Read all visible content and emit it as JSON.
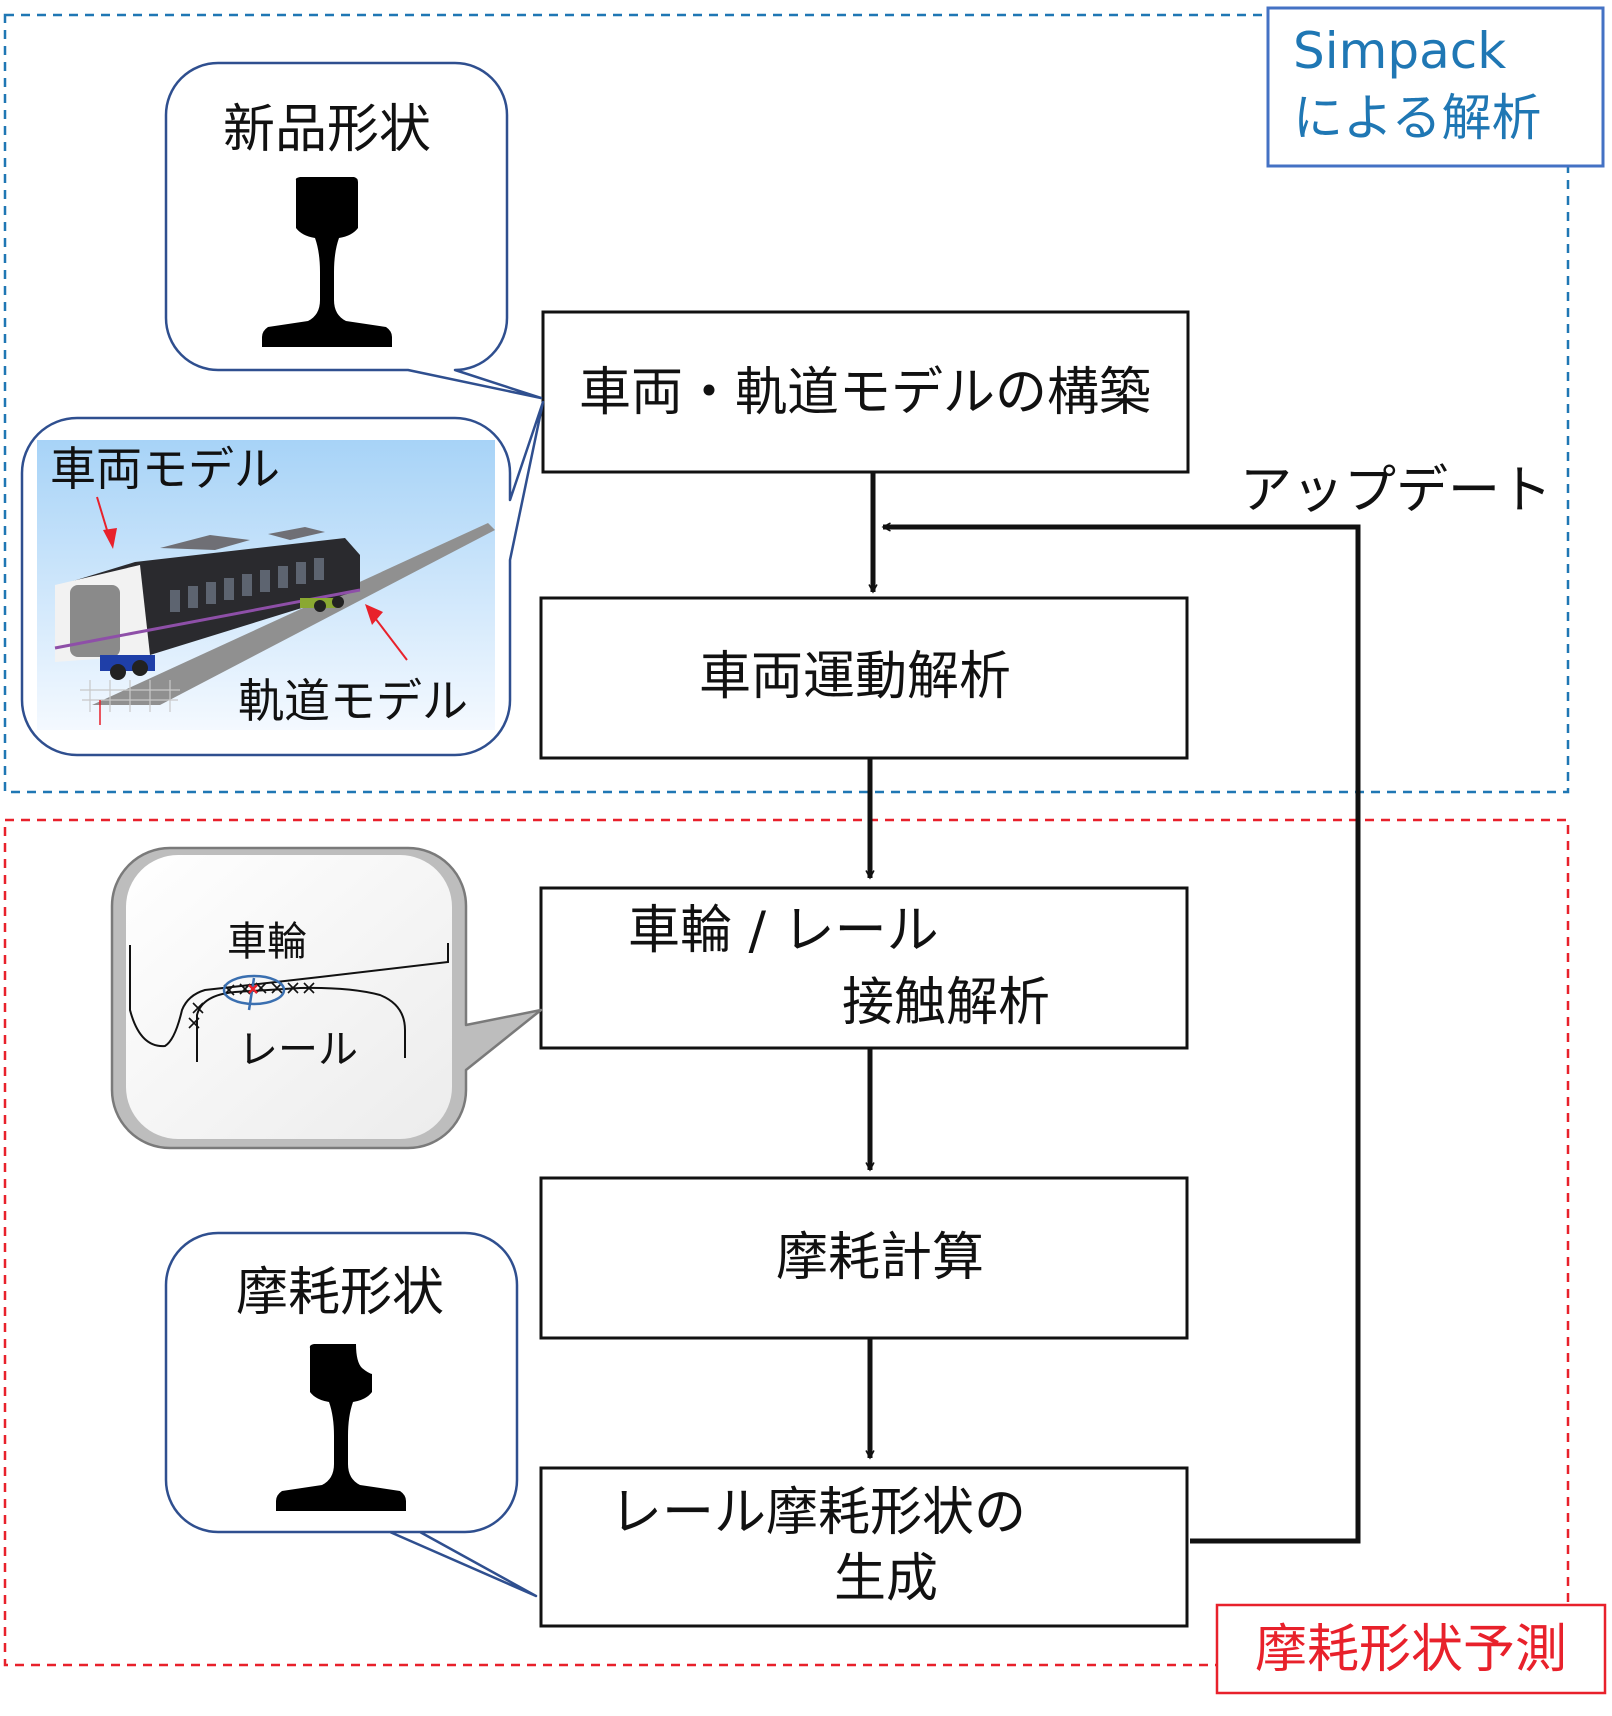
{
  "regions": {
    "simpack": {
      "label_line1": "Simpack",
      "label_line2": "による解析",
      "color": "#1f77b4",
      "label_border": "#4472c4"
    },
    "prediction": {
      "label": "摩耗形状予測",
      "color": "#e8212b"
    }
  },
  "steps": {
    "build_model": "車両・軌道モデルの構築",
    "vehicle_dynamics": "車両運動解析",
    "contact_line1": "車輪 / レール",
    "contact_line2": "接触解析",
    "wear_calc": "摩耗計算",
    "generate_line1": "レール摩耗形状の",
    "generate_line2": "生成"
  },
  "update_label": "アップデート",
  "callouts": {
    "new_profile": "新品形状",
    "worn_profile": "摩耗形状",
    "vehicle_model": "車両モデル",
    "track_model": "軌道モデル",
    "wheel": "車輪",
    "rail": "レール"
  },
  "colors": {
    "box_stroke": "#111111",
    "callout_stroke": "#2f4f8f",
    "sky_top": "#a7d3f7",
    "sky_bottom": "#f4f9ff",
    "marker": "#e8212b"
  }
}
